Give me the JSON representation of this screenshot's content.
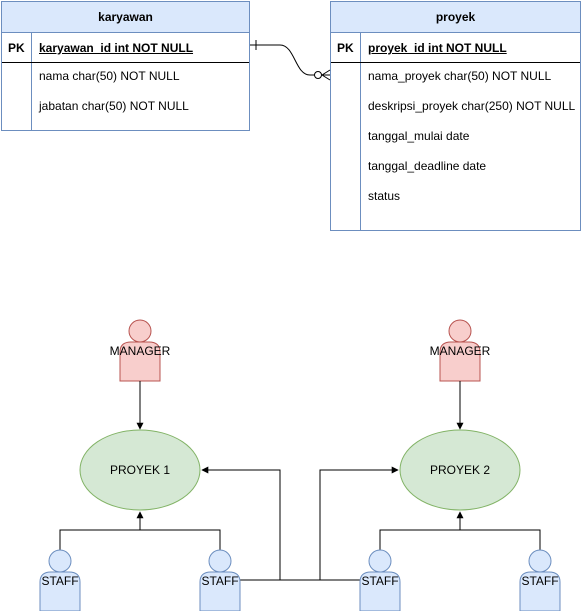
{
  "tables": {
    "karyawan": {
      "title": "karyawan",
      "pk_label": "PK",
      "pk_field": "karyawan_id int NOT NULL",
      "fields": [
        "nama char(50) NOT NULL",
        "jabatan char(50) NOT NULL"
      ]
    },
    "proyek": {
      "title": "proyek",
      "pk_label": "PK",
      "pk_field": "proyek_id int NOT NULL",
      "fields": [
        "nama_proyek char(50) NOT NULL",
        "deskripsi_proyek char(250) NOT NULL",
        "tanggal_mulai date",
        "tanggal_deadline date",
        "status"
      ]
    }
  },
  "diagram": {
    "managers": [
      "MANAGER",
      "MANAGER"
    ],
    "projects": [
      "PROYEK 1",
      "PROYEK 2"
    ],
    "staff": [
      "STAFF",
      "STAFF",
      "STAFF",
      "STAFF"
    ]
  },
  "colors": {
    "table_header_fill": "#dae8fc",
    "table_border": "#6c8ebf",
    "manager_fill": "#f8cecc",
    "manager_stroke": "#b85450",
    "project_fill": "#d5e8d4",
    "project_stroke": "#82b366",
    "staff_fill": "#dae8fc",
    "staff_stroke": "#6c8ebf"
  }
}
